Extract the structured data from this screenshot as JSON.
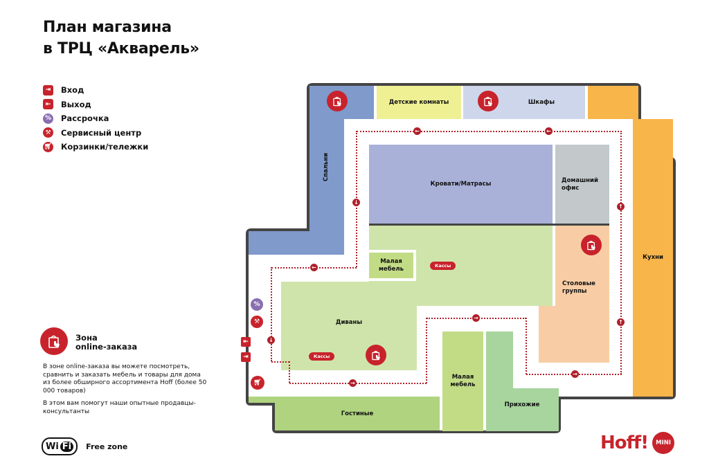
{
  "header": {
    "title_line1": "План магазина",
    "title_line2": "в ТРЦ «Акварель»"
  },
  "legend": {
    "items": [
      {
        "icon": "entrance-icon",
        "label": "Вход"
      },
      {
        "icon": "exit-icon",
        "label": "Выход"
      },
      {
        "icon": "installment-icon",
        "label": "Рассрочка"
      },
      {
        "icon": "service-center-icon",
        "label": "Сервисный центр"
      },
      {
        "icon": "cart-icon",
        "label": "Корзинки/тележки"
      }
    ]
  },
  "online_zone": {
    "icon": "online-order-icon",
    "title_line1": "Зона",
    "title_line2": "online-заказа",
    "paragraph1": "В зоне online-заказа вы можете посмотреть, сравнить и заказать мебель и товары для дома из более обширного ассортимента Hoff (более 50 000 товаров)",
    "paragraph2": "В этом вам помогут наши опытные продавцы-консультанты"
  },
  "wifi": {
    "logo_wi": "Wi",
    "logo_fi": "Fi",
    "label": "Free zone"
  },
  "brand": {
    "name": "Hoff!",
    "badge": "MINI",
    "color": "#c8232c"
  },
  "map": {
    "zones": {
      "bedrooms": "Спальни",
      "kids_rooms": "Детские комнаты",
      "wardrobes": "Шкафы",
      "beds_mattresses": "Кровати/Матрасы",
      "home_office": "Домашний офис",
      "small_furniture_1": "Малая мебель",
      "dining_groups": "Столовые группы",
      "kitchens": "Кухни",
      "sofas": "Диваны",
      "small_furniture_2": "Малая мебель",
      "hallways": "Прихожие",
      "living_rooms": "Гостиные"
    },
    "cashiers": [
      "Кассы",
      "Кассы"
    ],
    "colors": {
      "bedrooms": "#7f9acb",
      "kids_rooms": "#eef093",
      "wardrobes": "#cdd6ea",
      "kitchens_corner": "#f8b54a",
      "beds": "#a9b1d8",
      "office": "#c3c9cb",
      "green_light": "#cfe4ab",
      "small_furniture": "#c2dc86",
      "dining": "#f8cda5",
      "hallways": "#a7d59d",
      "living": "#afd37f",
      "route": "#b1202a"
    }
  }
}
